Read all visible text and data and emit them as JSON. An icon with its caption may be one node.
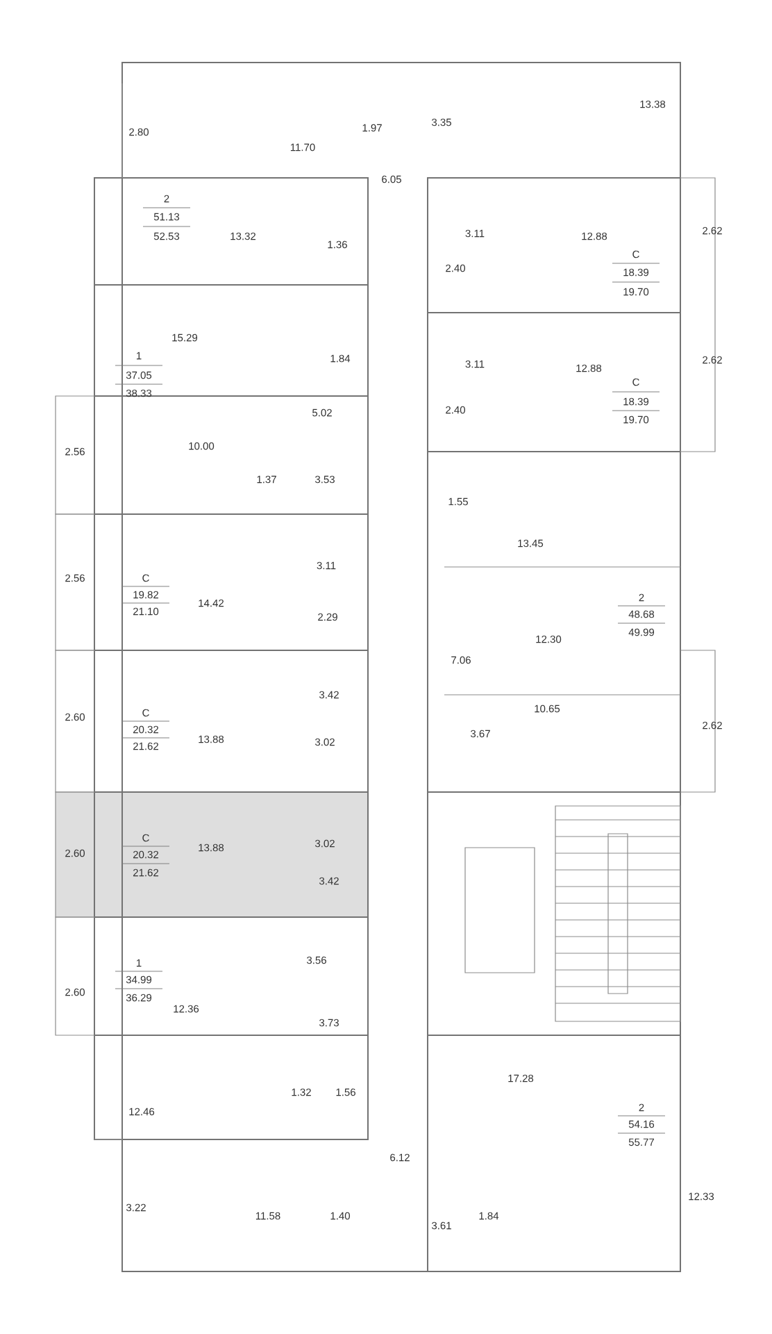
{
  "diagram": {
    "labels": [
      "13.38",
      "2.80",
      "1.97",
      "3.35",
      "11.70",
      "6.05",
      "2",
      "51.13",
      "52.53",
      "13.32",
      "1.36",
      "3.11",
      "12.88",
      "2.62",
      "C",
      "18.39",
      "19.70",
      "2.40",
      "15.29",
      "1",
      "37.05",
      "38.33",
      "1.84",
      "3.11",
      "12.88",
      "2.62",
      "C",
      "18.39",
      "19.70",
      "5.02",
      "2.40",
      "2.56",
      "10.00",
      "1.37",
      "3.53",
      "1.55",
      "13.45",
      "3.11",
      "2.56",
      "C",
      "19.82",
      "21.10",
      "14.42",
      "2.29",
      "2",
      "48.68",
      "49.99",
      "12.30",
      "7.06",
      "3.42",
      "10.65",
      "2.60",
      "C",
      "20.32",
      "21.62",
      "13.88",
      "3.02",
      "2.62",
      "3.67",
      "2.60",
      "C",
      "20.32",
      "21.62",
      "13.88",
      "3.02",
      "3.42",
      "1",
      "34.99",
      "36.29",
      "2.60",
      "3.56",
      "12.36",
      "3.73",
      "17.28",
      "1.32",
      "1.56",
      "2",
      "54.16",
      "55.77",
      "12.46",
      "6.12",
      "12.33",
      "3.22",
      "11.58",
      "1.40",
      "3.61",
      "1.84"
    ]
  }
}
